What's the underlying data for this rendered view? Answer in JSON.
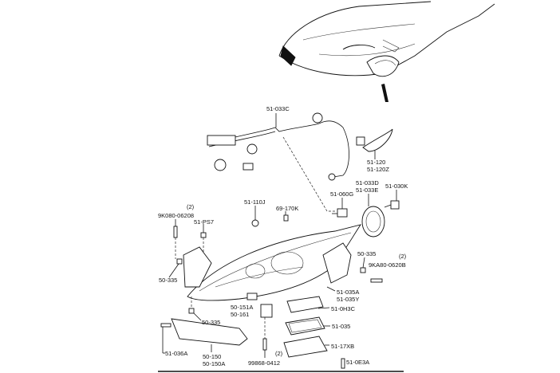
{
  "diagram": {
    "title": "Headlamp assembly exploded parts diagram",
    "labels": {
      "harness": "51-033C",
      "side_marker": "51-120",
      "side_marker_alt": "51-120Z",
      "cap": "51-033D",
      "cap_alt": "51-033E",
      "bulb_hi": "51-030K",
      "bulb_lo": "51-060G",
      "bulb_small": "51-110J",
      "bulb_wedge": "69-170K",
      "bolt_left_qty": "(2)",
      "bolt_left": "9K080-06208",
      "clip": "51-PS7",
      "nut_left": "50-335",
      "nut_right": "50-335",
      "bolt_right_qty": "(2)",
      "bolt_right": "9KA80-0620B",
      "bracket": "51-035A",
      "bracket_alt": "51-035Y",
      "actuator": "50-151A",
      "actuator_alt": "50-161",
      "nut_bottom": "50-335",
      "cover": "51-0H3C",
      "gasket": "51-035",
      "ballast": "51-17XB",
      "screw_left": "51-036A",
      "support": "50-150",
      "support_alt": "50-150A",
      "screw_mid_qty": "(2)",
      "screw_mid": "99868-0412",
      "screw_right": "51-0E3A"
    }
  }
}
